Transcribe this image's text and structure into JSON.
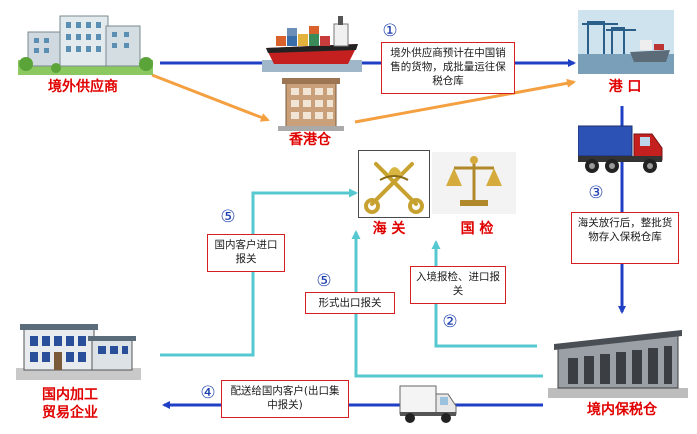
{
  "nodes": {
    "overseas_supplier": "境外供应商",
    "hk_warehouse": "香港仓",
    "port": "港 口",
    "customs": "海 关",
    "inspection": "国 检",
    "domestic_enterprise_line1": "国内加工",
    "domestic_enterprise_line2": "贸易企业",
    "bonded_warehouse": "境内保税仓"
  },
  "steps": {
    "step1": {
      "num": "①",
      "text": "境外供应商预计在中国销售的货物，成批量运往保税仓库"
    },
    "step2": {
      "num": "②",
      "text": "入境报检、进口报关"
    },
    "step3": {
      "num": "③",
      "text": "海关放行后，整批货物存入保税仓库"
    },
    "step4": {
      "num": "④",
      "text": "配送给国内客户(出口集中报关)"
    },
    "step5a": {
      "num": "⑤",
      "text": "国内客户进口报关"
    },
    "step5b": {
      "num": "⑤",
      "text": "形式出口报关"
    }
  },
  "colors": {
    "label_red": "#e00000",
    "box_border": "#d42020",
    "blue_arrow": "#1f3fc4",
    "orange_arrow": "#f5a040",
    "cyan_arrow": "#55c8d0",
    "number_blue": "#1e3fae"
  },
  "icons": [
    "office-building-icon",
    "cargo-ship-icon",
    "warehouse-building-icon",
    "port-crane-icon",
    "truck-icon",
    "customs-emblem-icon",
    "inspection-emblem-icon",
    "factory-building-icon",
    "bonded-warehouse-icon",
    "delivery-van-icon"
  ]
}
